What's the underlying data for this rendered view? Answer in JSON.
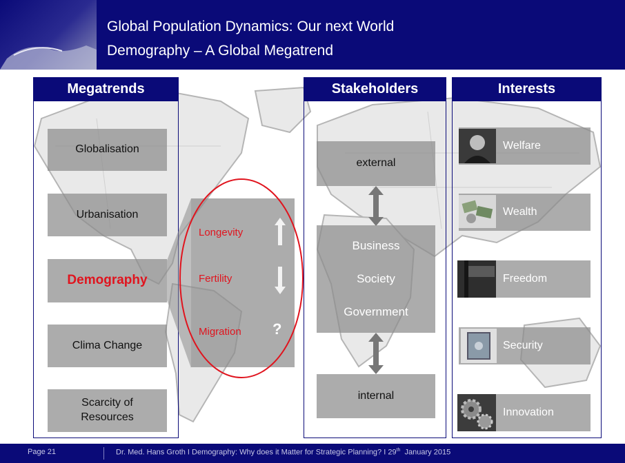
{
  "header": {
    "title_line1": "Global Population Dynamics: Our next World",
    "title_line2": "Demography – A Global Megatrend"
  },
  "megatrends": {
    "heading": "Megatrends",
    "items": [
      "Globalisation",
      "Urbanisation",
      "Demography",
      "Clima  Change",
      "Scarcity of Resources"
    ],
    "highlight_color": "#e0141e"
  },
  "demography_drivers": {
    "items": [
      {
        "label": "Longevity",
        "trend_icon": "arrow-up-icon"
      },
      {
        "label": "Fertility",
        "trend_icon": "arrow-down-icon"
      },
      {
        "label": "Migration",
        "trend_mark": "?"
      }
    ]
  },
  "stakeholders": {
    "heading": "Stakeholders",
    "external": "external",
    "groups": [
      "Business",
      "Society",
      "Government"
    ],
    "internal": "internal"
  },
  "interests": {
    "heading": "Interests",
    "items": [
      {
        "label": "Welfare",
        "icon": "portrait-photo-icon"
      },
      {
        "label": "Wealth",
        "icon": "money-photo-icon"
      },
      {
        "label": "Freedom",
        "icon": "freedom-sign-photo-icon"
      },
      {
        "label": "Security",
        "icon": "safe-photo-icon"
      },
      {
        "label": "Innovation",
        "icon": "gears-photo-icon"
      }
    ]
  },
  "footer": {
    "page": "Page 21",
    "text_main": "Dr. Med. Hans Groth I Demography: Why does it Matter for Strategic Planning? I 29",
    "text_sup": "th",
    "text_end": "  January 2015"
  },
  "colors": {
    "brand": "#0a0a78",
    "accent": "#e0141e",
    "box_gray": "#8c8c8c"
  }
}
